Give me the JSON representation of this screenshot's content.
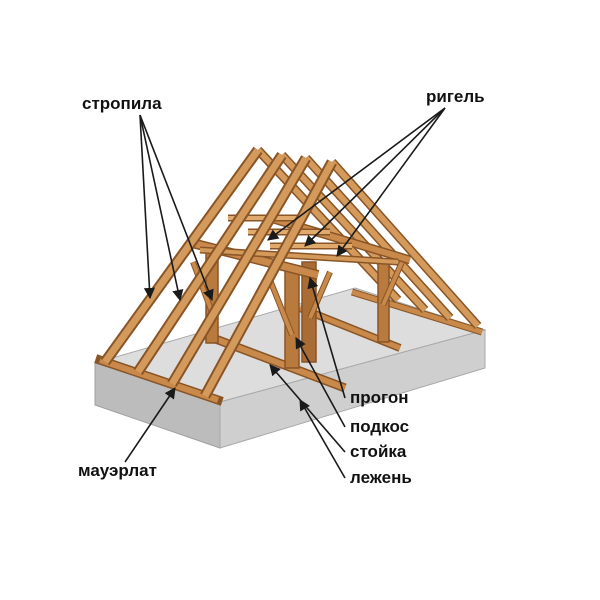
{
  "labels": {
    "stropila": "стропила",
    "rigel": "ригель",
    "progon": "прогон",
    "podkos": "подкос",
    "stoika": "стойка",
    "lezhen": "лежень",
    "mauerlat": "мауэрлат"
  },
  "colors": {
    "wood": "#c8894a",
    "wood_dark": "#8a5526",
    "wood_light": "#e0aa6c",
    "slab_top": "#dddddd",
    "slab_side": "#c4c4c4",
    "slab_front": "#b3b3b3",
    "leader": "#1a1a1a"
  }
}
